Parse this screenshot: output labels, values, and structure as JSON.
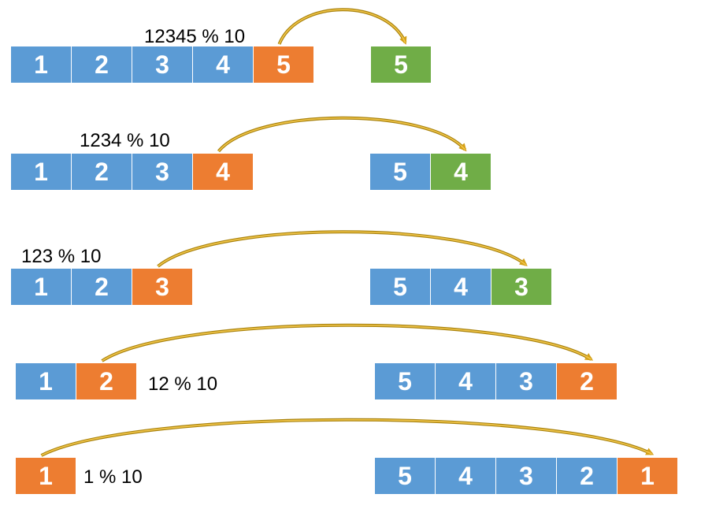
{
  "colors": {
    "digit": "#5b9bd5",
    "extracted": "#ed7d31",
    "result_new": "#70ad47",
    "arrow": "#c9a21b"
  },
  "steps": [
    {
      "label": "12345 % 10",
      "source_digits": [
        "1",
        "2",
        "3",
        "4",
        "5"
      ],
      "result_digits": [
        "5"
      ]
    },
    {
      "label": "1234 % 10",
      "source_digits": [
        "1",
        "2",
        "3",
        "4"
      ],
      "result_digits": [
        "5",
        "4"
      ]
    },
    {
      "label": "123 % 10",
      "source_digits": [
        "1",
        "2",
        "3"
      ],
      "result_digits": [
        "5",
        "4",
        "3"
      ]
    },
    {
      "label": "12 % 10",
      "source_digits": [
        "1",
        "2"
      ],
      "result_digits": [
        "5",
        "4",
        "3",
        "2"
      ]
    },
    {
      "label": "1 % 10",
      "source_digits": [
        "1"
      ],
      "result_digits": [
        "5",
        "4",
        "3",
        "2",
        "1"
      ]
    }
  ]
}
